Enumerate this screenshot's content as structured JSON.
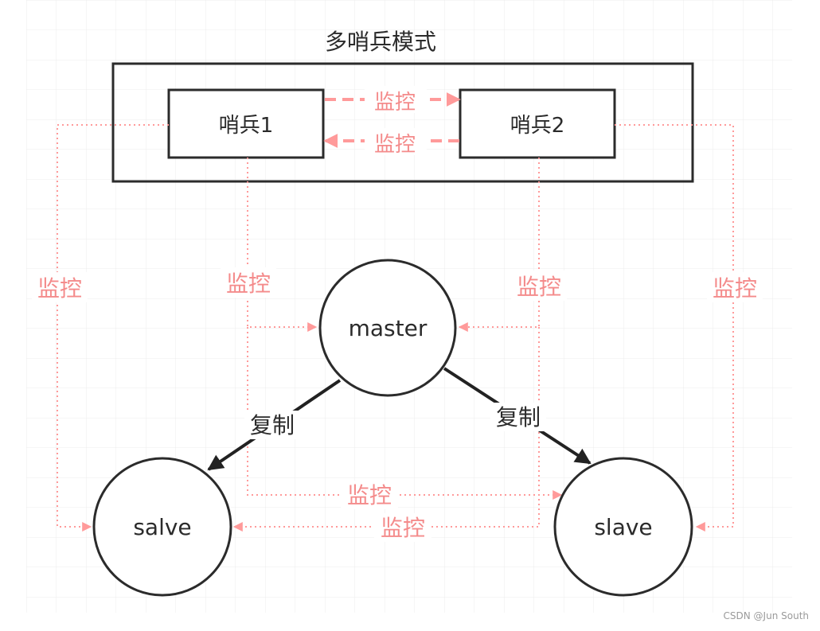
{
  "diagram": {
    "title": "多哨兵模式",
    "sentinels": [
      {
        "label": "哨兵1"
      },
      {
        "label": "哨兵2"
      }
    ],
    "nodes": {
      "master": "master",
      "replica_left": "salve",
      "replica_right": "slave"
    },
    "edge_labels": {
      "monitor": "监控",
      "replicate": "复制"
    }
  },
  "watermark": "CSDN @Jun South",
  "colors": {
    "monitor_line": "#ff9a9a",
    "monitor_text": "#f48b8b",
    "stroke": "#2b2b2b",
    "grid": "#ececec"
  }
}
